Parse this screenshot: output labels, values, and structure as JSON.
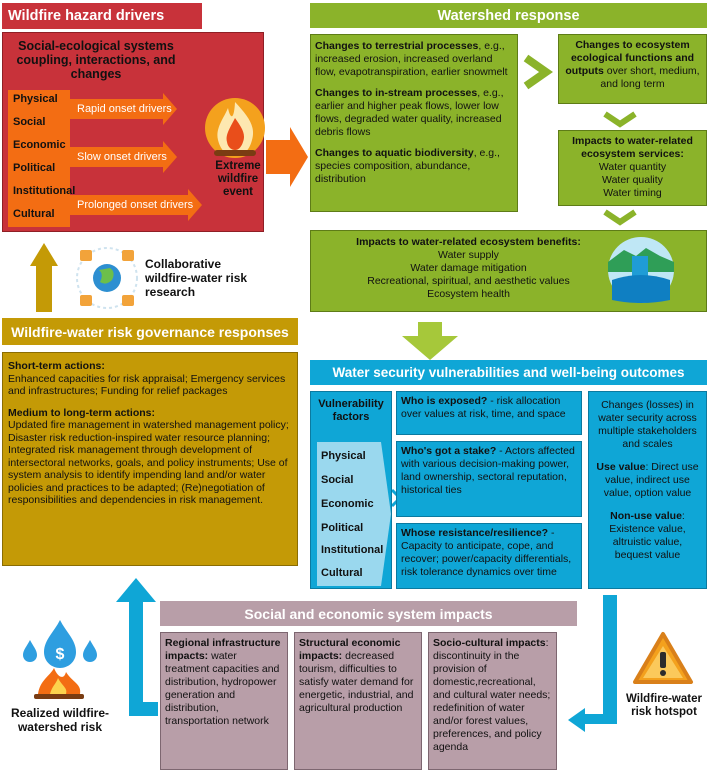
{
  "hazard": {
    "title": "Wildfire hazard drivers",
    "subtitle": "Social-ecological systems coupling, interactions, and changes",
    "factors": [
      "Physical",
      "Social",
      "Economic",
      "Political",
      "Institutional",
      "Cultural"
    ],
    "drivers": [
      "Rapid onset drivers",
      "Slow onset drivers",
      "Prolonged onset drivers"
    ],
    "event": "Extreme wildfire event"
  },
  "watershed": {
    "title": "Watershed response",
    "terrestrial": {
      "bold": "Changes to terrestrial processes",
      "text": ", e.g., increased erosion, increased overland flow, evapotranspiration, earlier snowmelt"
    },
    "instream": {
      "bold": "Changes to in-stream processes",
      "text": ", e.g., earlier and higher peak flows, lower low flows, degraded water quality, increased debris flows"
    },
    "aquatic": {
      "bold": "Changes to aquatic biodiversity",
      "text": ", e.g., species composition, abundance, distribution"
    },
    "eco_functions": {
      "bold": "Changes to ecosystem ecological functions and outputs",
      "text": " over short, medium, and long term"
    },
    "eco_services": {
      "bold": "Impacts to water-related ecosystem services:",
      "items": [
        "Water quantity",
        "Water quality",
        "Water timing"
      ]
    },
    "eco_benefits": {
      "bold": "Impacts to water-related ecosystem benefits:",
      "items": [
        "Water supply",
        "Water damage mitigation",
        "Recreational, spiritual, and aesthetic values",
        "Ecosystem health"
      ]
    }
  },
  "collab": {
    "label": "Collaborative wildfire-water risk research"
  },
  "governance": {
    "title": "Wildfire-water risk governance responses",
    "short_title": "Short-term actions:",
    "short_text": "Enhanced capacities for risk appraisal; Emergency services and infrastructures; Funding for relief packages",
    "long_title": "Medium to long-term actions:",
    "long_text": "Updated fire management in watershed management policy; Disaster risk reduction-inspired water resource planning; Integrated risk management through development of intersectoral networks, goals, and policy instruments; Use of system analysis to identify impending land and/or water policies and practices to be adapted; (Re)negotiation of responsibilities and dependencies in risk management."
  },
  "security": {
    "title": "Water security vulnerabilities and well-being outcomes",
    "vuln_title": "Vulnerability factors",
    "factors": [
      "Physical",
      "Social",
      "Economic",
      "Political",
      "Institutional",
      "Cultural"
    ],
    "exposed": {
      "bold": "Who is exposed?",
      "text": " - risk allocation over values at risk, time, and space"
    },
    "stake": {
      "bold": "Who's got a stake?",
      "text": " - Actors affected with various decision-making power, land ownership, sectoral reputation, historical ties"
    },
    "resilience": {
      "bold": "Whose resistance/resilience?",
      "text": " - Capacity to anticipate, cope, and recover; power/capacity differentials, risk tolerance dynamics over time"
    },
    "losses_text": "Changes (losses) in water security across multiple stakeholders and scales",
    "use_bold": "Use value",
    "use_text": ": Direct use value, indirect use value, option value",
    "nonuse_bold": "Non-use value",
    "nonuse_text": ": Existence value, altruistic value, bequest value"
  },
  "social": {
    "title": "Social and economic system impacts",
    "regional": {
      "bold": "Regional infrastructure impacts:",
      "text": " water treatment capacities and distribution, hydropower generation and distribution, transportation network"
    },
    "structural": {
      "bold": "Structural economic impacts:",
      "text": " decreased tourism, difficulties to satisfy water demand for energetic, industrial, and agricultural production"
    },
    "socio": {
      "bold": "Socio-cultural impacts",
      "text": ": discontinuity in the provision of domestic,recreational, and cultural water needs; redefinition of water and/or forest values, preferences, and policy agenda"
    }
  },
  "realized": {
    "label": "Realized wildfire-watershed risk"
  },
  "hotspot": {
    "label": "Wildfire-water risk hotspot"
  },
  "colors": {
    "red": "#c8323a",
    "green": "#8bb32a",
    "gold": "#c49a06",
    "blue": "#0fa6d6",
    "mauve": "#b89ea8",
    "orange": "#f36d13"
  }
}
